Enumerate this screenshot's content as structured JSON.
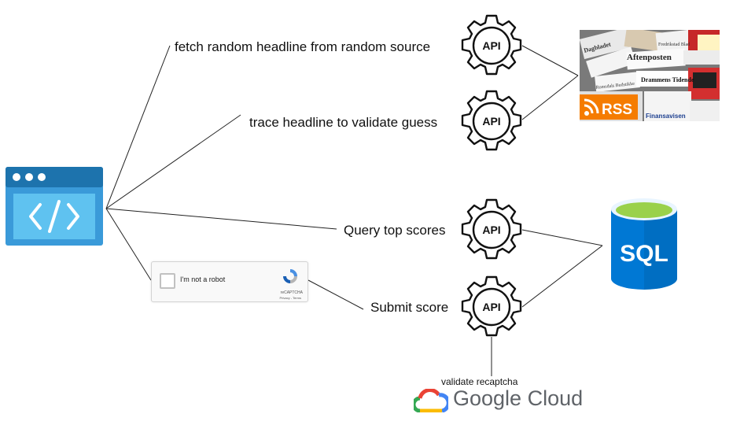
{
  "diagram": {
    "labels": {
      "fetch_headline": "fetch random headline from random source",
      "trace_headline": "trace headline to validate guess",
      "query_scores": "Query top scores",
      "submit_score": "Submit score",
      "validate_recaptcha": "validate recaptcha"
    },
    "api_badge": "API",
    "recaptcha": {
      "checkbox_label": "I'm not a robot",
      "brand": "reCAPTCHA",
      "terms": "Privacy - Terms"
    },
    "news_source": {
      "rss_label": "RSS",
      "mastheads": [
        "Aftenposten",
        "Dagbladet",
        "Drammens Tidende",
        "Finansavisen",
        "Fredrikstad Blad",
        "Romsdals Budstikke"
      ]
    },
    "database": {
      "label": "SQL",
      "colors": {
        "top": "#9ad14b",
        "body": "#0078d4",
        "dark": "#005ba1"
      }
    },
    "google_cloud": {
      "label": "Google Cloud"
    },
    "colors": {
      "line": "#222222",
      "app_blue": "#3a9ad9",
      "app_light": "#5fc2f0"
    }
  }
}
